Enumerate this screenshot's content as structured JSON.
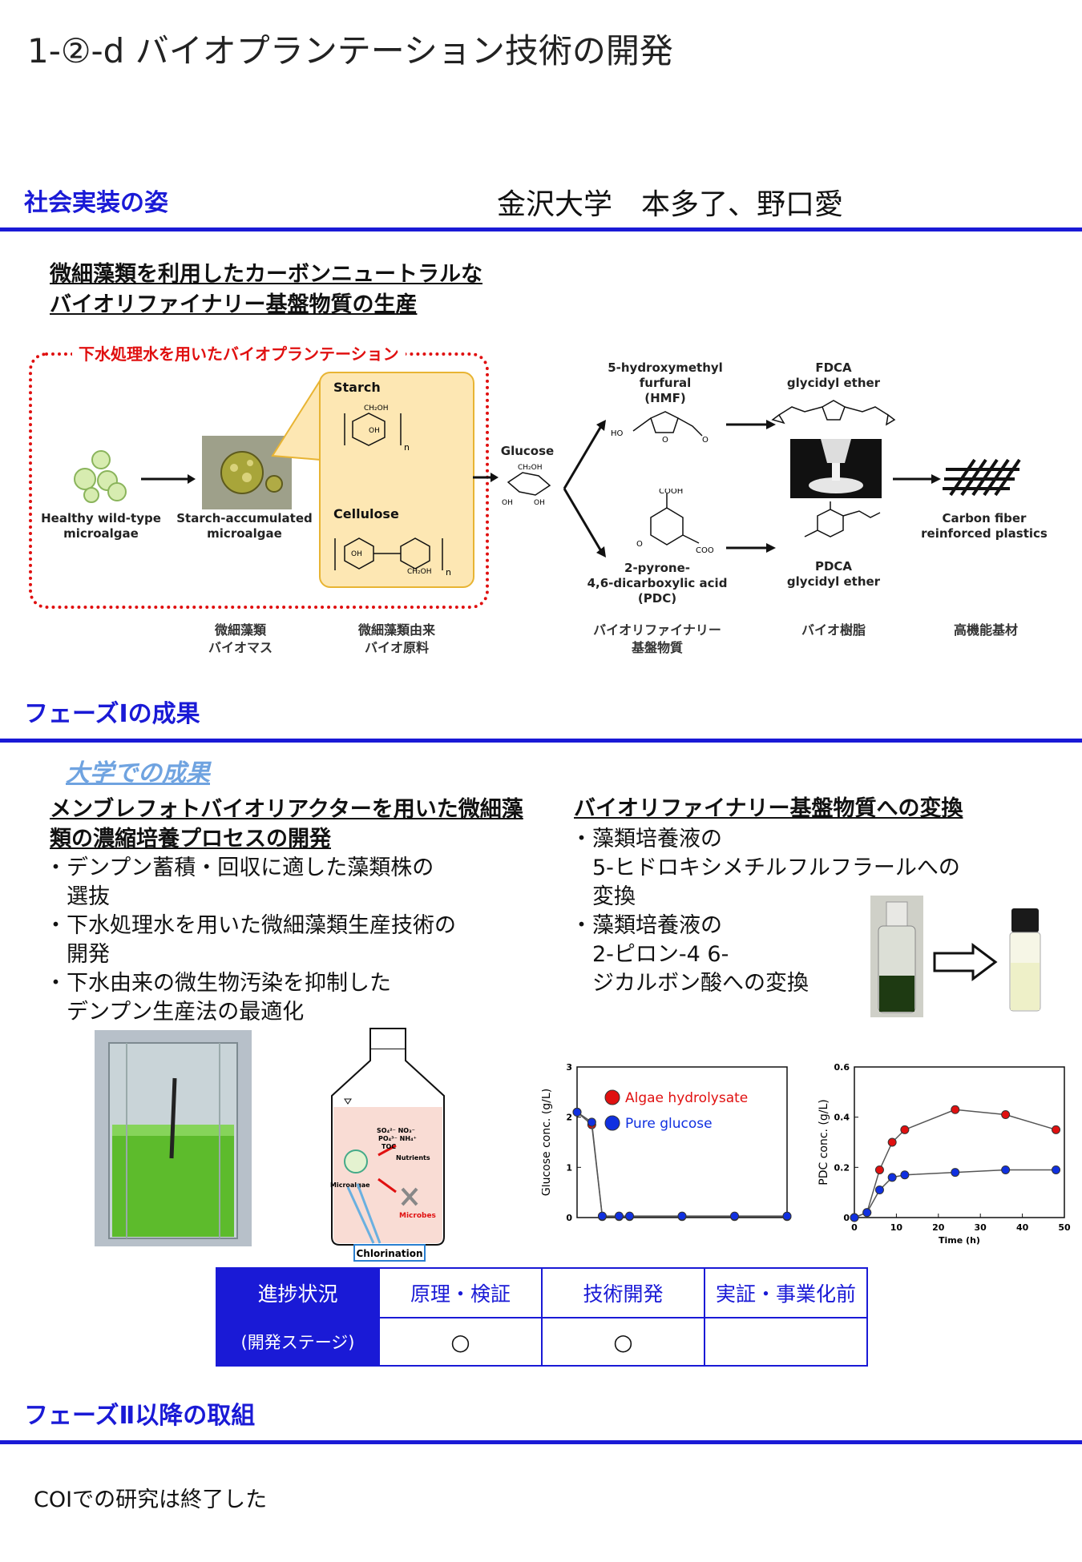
{
  "title": "1-②-d バイオプランテーション技術の開発",
  "sections": {
    "implementation": "社会実装の姿",
    "authors": "金沢大学　本多了、野口愛",
    "phase1": "フェーズⅠの成果",
    "phase2": "フェーズⅡ以降の取組"
  },
  "overview": {
    "heading_line1": "微細藻類を利用したカーボンニュートラルな",
    "heading_line2": "バイオリファイナリー基盤物質の生産",
    "box_label": "下水処理水を用いたバイオプランテーション",
    "healthy_label_1": "Healthy wild-type",
    "healthy_label_2": "microalgae",
    "starch_acc_label_1": "Starch-accumulated",
    "starch_acc_label_2": "microalgae",
    "starch": "Starch",
    "cellulose": "Cellulose",
    "glucose": "Glucose",
    "hmf_1": "5-hydroxymethyl",
    "hmf_2": "furfural",
    "hmf_3": "(HMF)",
    "pdc_1": "2-pyrone-",
    "pdc_2": "4,6-dicarboxylic acid",
    "pdc_3": "(PDC)",
    "fdca_1": "FDCA",
    "fdca_2": "glycidyl ether",
    "pdca_1": "PDCA",
    "pdca_2": "glycidyl ether",
    "cfrp_1": "Carbon fiber",
    "cfrp_2": "reinforced plastics",
    "cat1_1": "微細藻類",
    "cat1_2": "バイオマス",
    "cat2_1": "微細藻類由来",
    "cat2_2": "バイオ原料",
    "cat3_1": "バイオリファイナリー",
    "cat3_2": "基盤物質",
    "cat4": "バイオ樹脂",
    "cat5": "高機能基材"
  },
  "results": {
    "univ_label": "大学での成果",
    "left_heading_1": "メンブレフォトバイオリアクターを用いた微細藻",
    "left_heading_2": "類の濃縮培養プロセスの開発",
    "left_bullets": [
      "・デンプン蓄積・回収に適した藻類株の",
      "　選抜",
      "・下水処理水を用いた微細藻類生産技術の",
      "　開発",
      "・下水由来の微生物汚染を抑制した",
      "　デンプン生産法の最適化"
    ],
    "right_heading": "バイオリファイナリー基盤物質への変換",
    "right_bullets": [
      "・藻類培養液の",
      "　5-ヒドロキシメチルフルフラールへの",
      "　変換",
      "・藻類培養液の",
      "　2-ピロン-4 6-",
      "　ジカルボン酸への変換"
    ],
    "reactor_labels": {
      "microalgae": "Microalgae",
      "microbes": "Microbes",
      "nutrients": "Nutrients",
      "chlorination": "Chlorination",
      "toc": "TOC"
    }
  },
  "chart_data": [
    {
      "type": "line",
      "ylabel": "Glucose conc. (g/L)",
      "xlabel": "",
      "ylim": [
        0,
        3
      ],
      "yticks": [
        "0",
        "1",
        "2",
        "3"
      ],
      "xlim": [
        0,
        100
      ],
      "series": [
        {
          "name": "Algae hydrolysate",
          "color": "#e01010",
          "x": [
            0,
            7,
            12,
            20,
            25,
            50,
            75,
            100
          ],
          "y": [
            2.1,
            1.85,
            0.02,
            0.02,
            0.02,
            0.02,
            0.02,
            0.02
          ]
        },
        {
          "name": "Pure glucose",
          "color": "#1030e0",
          "x": [
            0,
            7,
            12,
            20,
            25,
            50,
            75,
            100
          ],
          "y": [
            2.1,
            1.9,
            0.03,
            0.03,
            0.03,
            0.03,
            0.03,
            0.03
          ]
        }
      ],
      "legend": "top-right"
    },
    {
      "type": "line",
      "ylabel": "PDC conc. (g/L)",
      "xlabel": "Time (h)",
      "xlim": [
        0,
        50
      ],
      "ylim": [
        0,
        0.6
      ],
      "xticks": [
        "0",
        "10",
        "20",
        "30",
        "40",
        "50"
      ],
      "yticks": [
        "0",
        "0.2",
        "0.4",
        "0.6"
      ],
      "series": [
        {
          "color": "#e01010",
          "x": [
            0,
            3,
            6,
            9,
            12,
            24,
            36,
            48
          ],
          "y": [
            0,
            0.02,
            0.19,
            0.3,
            0.35,
            0.43,
            0.41,
            0.35
          ]
        },
        {
          "color": "#1030e0",
          "x": [
            0,
            3,
            6,
            9,
            12,
            24,
            36,
            48
          ],
          "y": [
            0,
            0.02,
            0.11,
            0.16,
            0.17,
            0.18,
            0.19,
            0.19
          ]
        }
      ]
    }
  ],
  "progress": {
    "header_1": "進捗状況",
    "header_2": "(開発ステージ)",
    "col1": "原理・検証",
    "col2": "技術開発",
    "col3": "実証・事業化前",
    "mark1": "○",
    "mark2": "○",
    "mark3": ""
  },
  "phase2_text": "COIでの研究は終了した",
  "colors": {
    "accent": "#1a1ad6",
    "red": "#e01010",
    "box_fill": "#fde7b3",
    "box_border": "#e8b433"
  }
}
